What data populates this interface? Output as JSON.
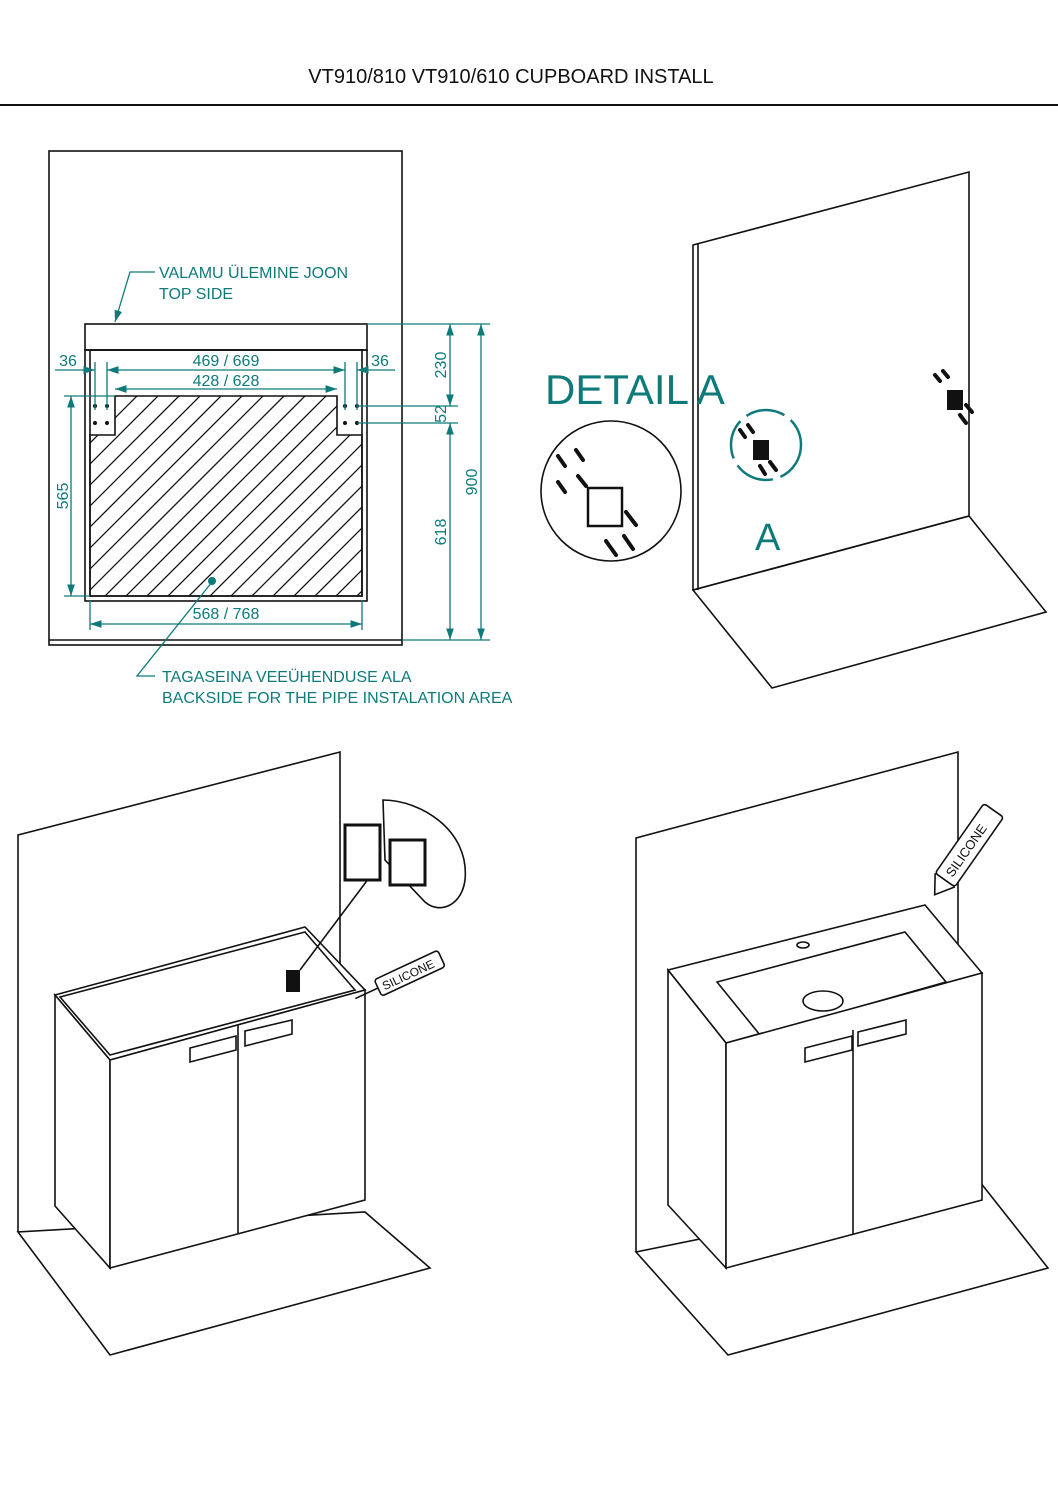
{
  "header": {
    "title": "VT910/810 VT910/610 CUPBOARD INSTALL"
  },
  "front_view": {
    "top_label_1": "VALAMU ÜLEMINE JOON",
    "top_label_2": "TOP SIDE",
    "bottom_label_1": "TAGASEINA VEEÜHENDUSE ALA",
    "bottom_label_2": "BACKSIDE FOR THE PIPE INSTALATION AREA",
    "dims": {
      "left_offset": "36",
      "right_offset": "36",
      "outer_width": "469 /  669",
      "inner_width": "428 /  628",
      "bottom_width": "568 /  768",
      "height_left": "565",
      "top_gap": "230",
      "bracket_spacing": "52",
      "lower_height": "618",
      "total_height": "900"
    }
  },
  "detail": {
    "title": "DETAIL A",
    "marker": "A"
  },
  "step_install": {
    "tube_label": "SILICONE"
  },
  "step_sink": {
    "tube_label": "SILICONE"
  },
  "colors": {
    "accent": "#0e7a7a",
    "line": "#111111"
  }
}
